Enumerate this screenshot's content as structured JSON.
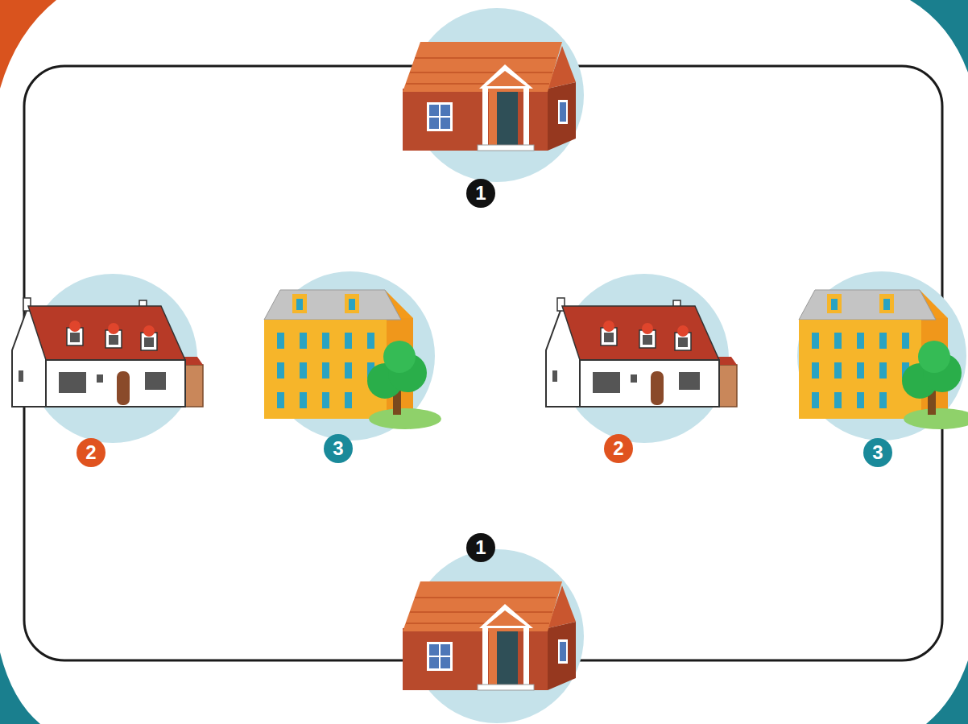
{
  "diagram": {
    "labels": [
      "1",
      "2",
      "3",
      "2",
      "3",
      "1"
    ]
  }
}
